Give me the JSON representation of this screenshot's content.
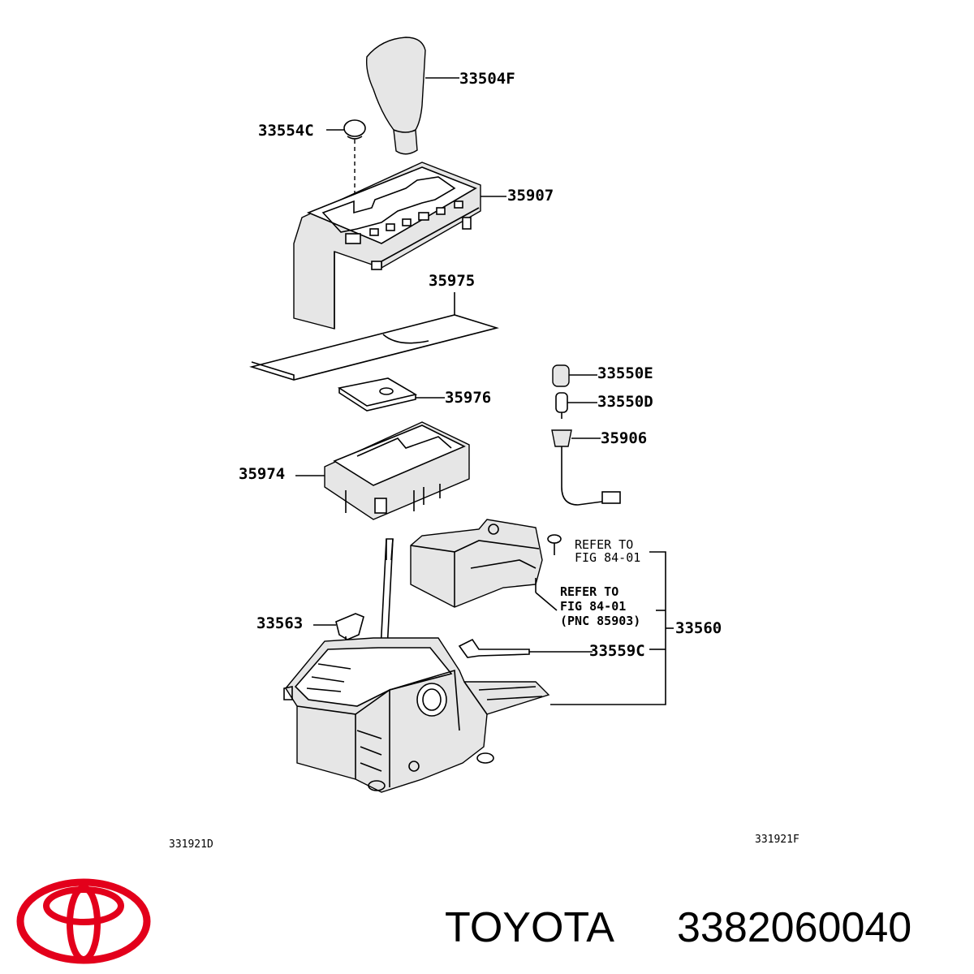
{
  "labels": {
    "p33504F": "33504F",
    "p33554C": "33554C",
    "p35907": "35907",
    "p35975": "35975",
    "p35976": "35976",
    "p33550E": "33550E",
    "p33550D": "33550D",
    "p35906": "35906",
    "p35974": "35974",
    "p33563": "33563",
    "p33560": "33560",
    "p33559C": "33559C"
  },
  "refer1": {
    "line1": "REFER TO",
    "line2": "FIG 84-01"
  },
  "refer2": {
    "line1": "REFER TO",
    "line2": "FIG 84-01",
    "line3": "(PNC 85903)"
  },
  "codes": {
    "left": "331921D",
    "right": "331921F"
  },
  "brand": {
    "name": "TOYOTA",
    "part_number": "3382060040",
    "logo_color": "#e3001b"
  }
}
